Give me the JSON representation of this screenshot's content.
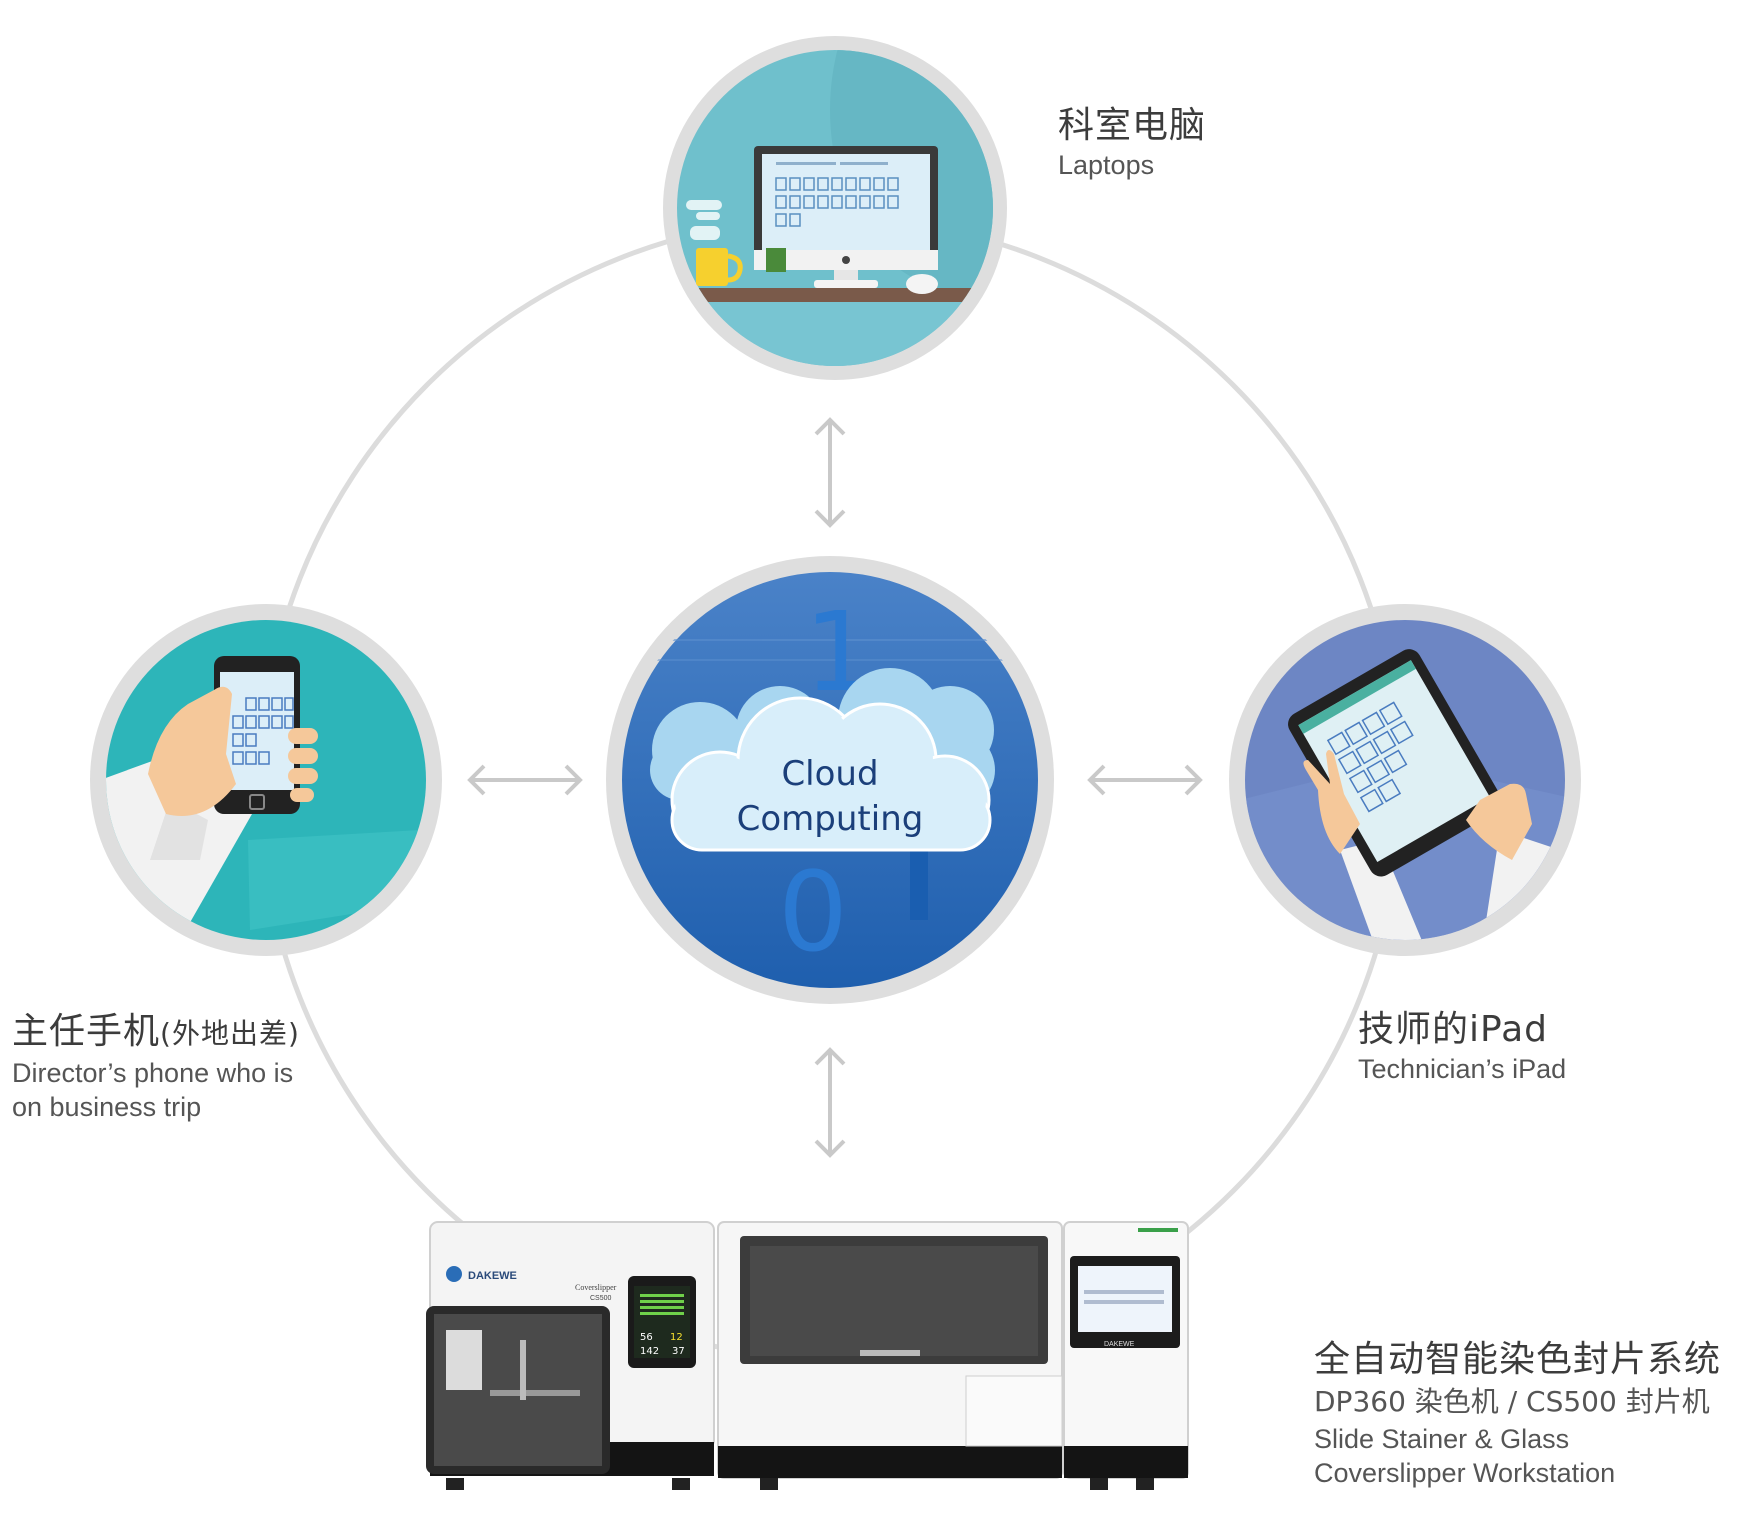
{
  "nodes": {
    "laptops": {
      "title_zh": "科室电脑",
      "title_en": "Laptops"
    },
    "director": {
      "title_zh": "主任手机",
      "title_zh_note": "(外地出差)",
      "title_en_line1": "Director’s phone who is",
      "title_en_line2": "on business trip"
    },
    "ipad": {
      "title_zh": "技师的iPad",
      "title_en": "Technician’s iPad"
    },
    "workstation": {
      "title_zh": "全自动智能染色封片系统",
      "models": "DP360 染色机 / CS500 封片机",
      "title_en_line1": "Slide Stainer & Glass",
      "title_en_line2": "Coverslipper Workstation"
    }
  },
  "center": {
    "line1": "Cloud",
    "line2": "Computing",
    "digits": [
      "1",
      "0",
      "1"
    ]
  },
  "machine": {
    "brand": "DAKEWE",
    "model_label": "Coverslipper",
    "model_code": "CS500",
    "screen_values": [
      "56",
      "12",
      "142",
      "37"
    ]
  },
  "colors": {
    "ring": "#dadada",
    "laptop_bg": "#6fc0cc",
    "phone_bg": "#2db5b9",
    "cloud_bg": "#2a6db7",
    "ipad_bg": "#6d86c4",
    "arrow": "#c9c9c9"
  }
}
